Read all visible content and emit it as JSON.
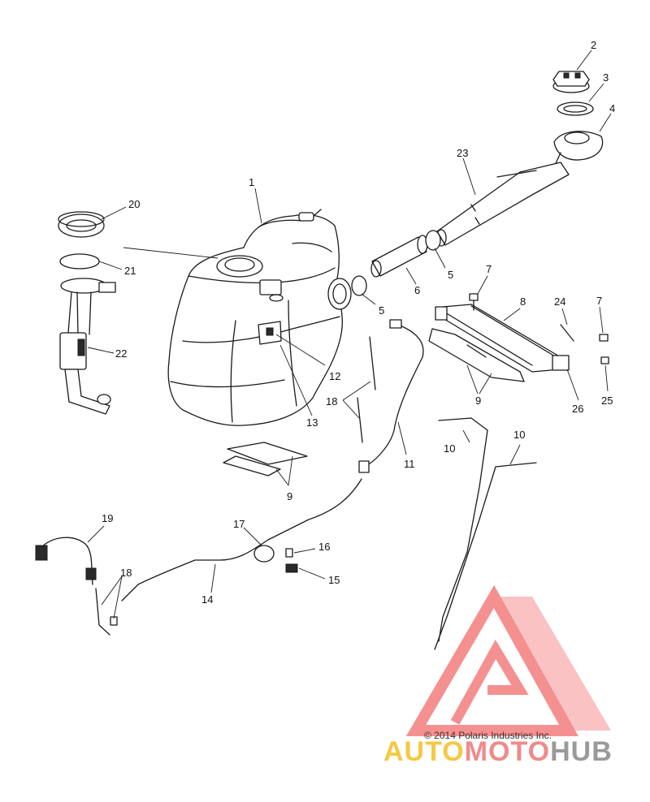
{
  "callouts": {
    "c1": "1",
    "c2": "2",
    "c3": "3",
    "c4": "4",
    "c5a": "5",
    "c5b": "5",
    "c6": "6",
    "c7a": "7",
    "c7b": "7",
    "c8": "8",
    "c9a": "9",
    "c9b": "9",
    "c10a": "10",
    "c10b": "10",
    "c11": "11",
    "c12": "12",
    "c13": "13",
    "c14": "14",
    "c15": "15",
    "c16": "16",
    "c17": "17",
    "c18a": "18",
    "c18b": "18",
    "c19": "19",
    "c20": "20",
    "c21": "21",
    "c22": "22",
    "c23": "23",
    "c24": "24",
    "c25": "25",
    "c26": "26"
  },
  "copyright": "© 2014 Polaris Industries Inc.",
  "watermark": {
    "part1": "AUTO",
    "part2": "MOTO",
    "part3": "HUB",
    "color1": "#f5c842",
    "color2": "#f08a8a",
    "color3": "#9a9a9a",
    "logo_color": "#f26b6b"
  }
}
